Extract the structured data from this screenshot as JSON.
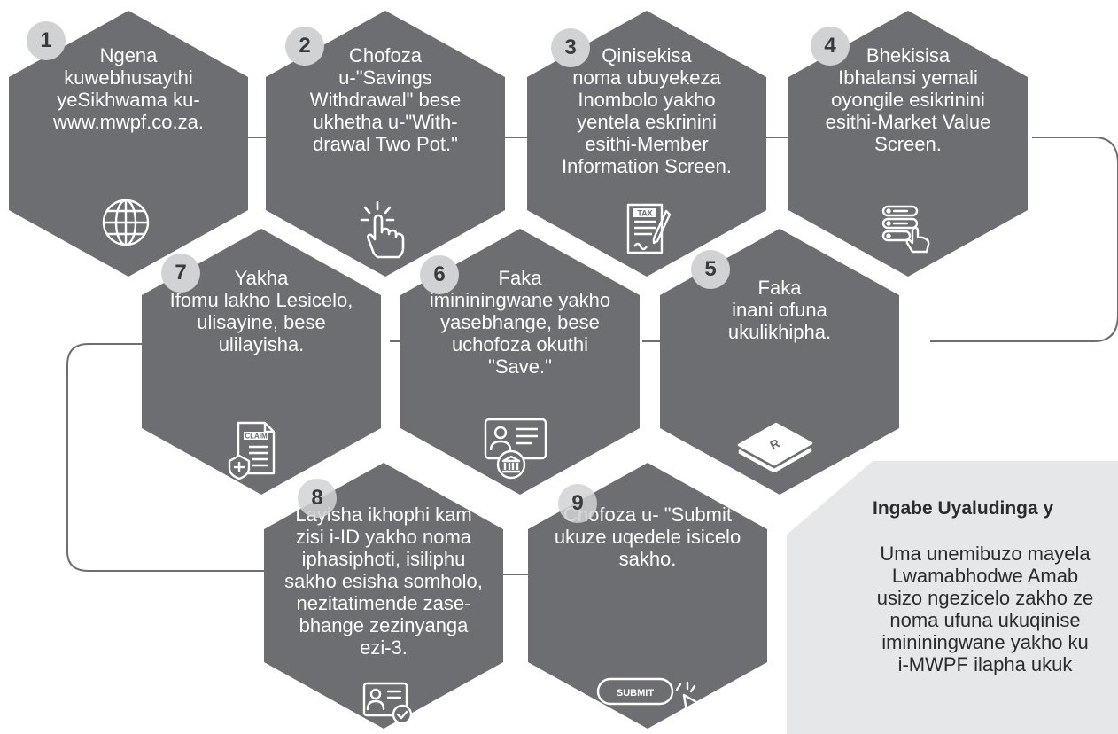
{
  "steps": [
    {
      "number": "1",
      "text": "Ngena\nkuwebhusaythi\nyeSikhwama ku-\nwww.mwpf.co.za.",
      "icon": "globe-icon"
    },
    {
      "number": "2",
      "text": "Chofoza\nu-\"Savings\nWithdrawal\" bese\nukhetha u-\"With-\ndrawal Two Pot.\"",
      "icon": "pointer-click-icon"
    },
    {
      "number": "3",
      "text": "Qinisekisa\nnoma ubuyekeza\nInombolo yakho\nyentela eskrinini\nesithi-Member\nInformation Screen.",
      "icon": "tax-document-icon",
      "icon_label": "TAX"
    },
    {
      "number": "4",
      "text": "Bhekisisa\nIbhalansi yemali\noyongile esikrinini\nesithi-Market Value\nScreen.",
      "icon": "checklist-touch-icon"
    },
    {
      "number": "5",
      "text": "Faka\ninani ofuna\nukulikhipha.",
      "icon": "cash-stack-icon",
      "icon_label": "R"
    },
    {
      "number": "6",
      "text": "Faka\nimininingwane yakho\nyasebhange, bese\nuchofoza okuthi\n\"Save.\"",
      "icon": "bank-profile-icon"
    },
    {
      "number": "7",
      "text": "Yakha\nIfomu lakho Lesicelo,\nulisayine, bese\nulilayisha.",
      "icon": "claim-form-icon",
      "icon_label": "CLAIM"
    },
    {
      "number": "8",
      "text": "Layisha ikhophi kam\nzisi i-ID yakho noma\niphasiphoti, isiliphu\nsakho esisha somholo,\nnezitatimende zase-\nbhange zezinyanga\nezi-3.",
      "icon": "id-verified-icon"
    },
    {
      "number": "9",
      "text": "Chofoza u- \"Submit\nukuze uqedele isicelo\nsakho.",
      "icon": "submit-button-icon",
      "icon_label": "SUBMIT"
    }
  ],
  "info": {
    "title": "Ingabe Uyaludinga y",
    "body": "Uma unemibuzo mayela\nLwamabhodwe Amab\nusizo ngezicelo zakho ze\nnoma ufuna ukuqinise\nimininingwane yakho ku\ni-MWPF ilapha ukuk"
  },
  "colors": {
    "hex": "#6d6e71",
    "badge": "#d1d2d4",
    "connector": "#6d6e71",
    "panel": "#e6e7e8"
  }
}
